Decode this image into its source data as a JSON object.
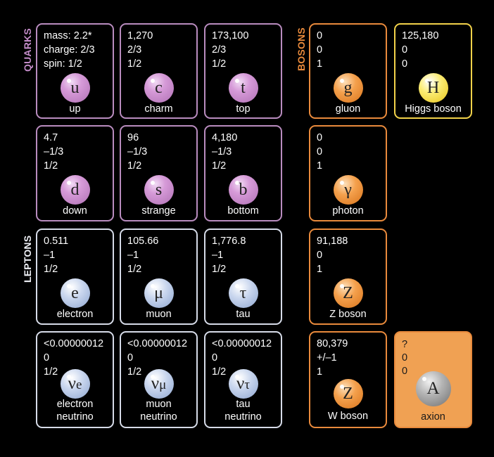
{
  "groups": {
    "quarks": {
      "label": "QUARKS",
      "color": "#c48cc9"
    },
    "leptons": {
      "label": "LEPTONS",
      "color": "#e8ecf5"
    },
    "bosons": {
      "label": "BOSONS",
      "color": "#e98a3c"
    }
  },
  "particles": [
    {
      "id": "up",
      "type": "quark",
      "symbol": "u",
      "name": "up",
      "props": [
        "mass: 2.2*",
        "charge: 2/3",
        "spin: 1/2"
      ]
    },
    {
      "id": "charm",
      "type": "quark",
      "symbol": "c",
      "name": "charm",
      "props": [
        "1,270",
        "2/3",
        "1/2"
      ]
    },
    {
      "id": "top",
      "type": "quark",
      "symbol": "t",
      "name": "top",
      "props": [
        "173,100",
        "2/3",
        "1/2"
      ]
    },
    {
      "id": "down",
      "type": "quark",
      "symbol": "d",
      "name": "down",
      "props": [
        "4.7",
        "–1/3",
        "1/2"
      ]
    },
    {
      "id": "strange",
      "type": "quark",
      "symbol": "s",
      "name": "strange",
      "props": [
        "96",
        "–1/3",
        "1/2"
      ]
    },
    {
      "id": "bottom",
      "type": "quark",
      "symbol": "b",
      "name": "bottom",
      "props": [
        "4,180",
        "–1/3",
        "1/2"
      ]
    },
    {
      "id": "electron",
      "type": "lepton",
      "symbol": "e",
      "name": "electron",
      "props": [
        "0.511",
        "–1",
        "1/2"
      ]
    },
    {
      "id": "muon",
      "type": "lepton",
      "symbol": "μ",
      "name": "muon",
      "props": [
        "105.66",
        "–1",
        "1/2"
      ]
    },
    {
      "id": "tau",
      "type": "lepton",
      "symbol": "τ",
      "name": "tau",
      "props": [
        "1,776.8",
        "–1",
        "1/2"
      ]
    },
    {
      "id": "electron-neutrino",
      "type": "lepton",
      "symbol": "ν",
      "subscript": "e",
      "name": "electron",
      "name2": "neutrino",
      "props": [
        "<0.00000012",
        "0",
        "1/2"
      ]
    },
    {
      "id": "muon-neutrino",
      "type": "lepton",
      "symbol": "ν",
      "subscript": "μ",
      "name": "muon",
      "name2": "neutrino",
      "props": [
        "<0.00000012",
        "0",
        "1/2"
      ]
    },
    {
      "id": "tau-neutrino",
      "type": "lepton",
      "symbol": "ν",
      "subscript": "τ",
      "name": "tau",
      "name2": "neutrino",
      "props": [
        "<0.00000012",
        "0",
        "1/2"
      ]
    },
    {
      "id": "gluon",
      "type": "boson",
      "symbol": "g",
      "name": "gluon",
      "props": [
        "0",
        "0",
        "1"
      ]
    },
    {
      "id": "higgs",
      "type": "higgs",
      "symbol": "H",
      "name": "Higgs boson",
      "props": [
        "125,180",
        "0",
        "0"
      ]
    },
    {
      "id": "photon",
      "type": "boson",
      "symbol": "γ",
      "name": "photon",
      "props": [
        "0",
        "0",
        "1"
      ]
    },
    {
      "id": "z-boson",
      "type": "boson",
      "symbol": "Z",
      "name": "Z boson",
      "props": [
        "91,188",
        "0",
        "1"
      ]
    },
    {
      "id": "w-boson",
      "type": "boson",
      "symbol": "Z",
      "name": "W boson",
      "props": [
        "80,379",
        "+/–1",
        "1"
      ]
    },
    {
      "id": "axion",
      "type": "axion",
      "symbol": "A",
      "name": "axion",
      "props": [
        "?",
        "0",
        "0"
      ]
    }
  ]
}
